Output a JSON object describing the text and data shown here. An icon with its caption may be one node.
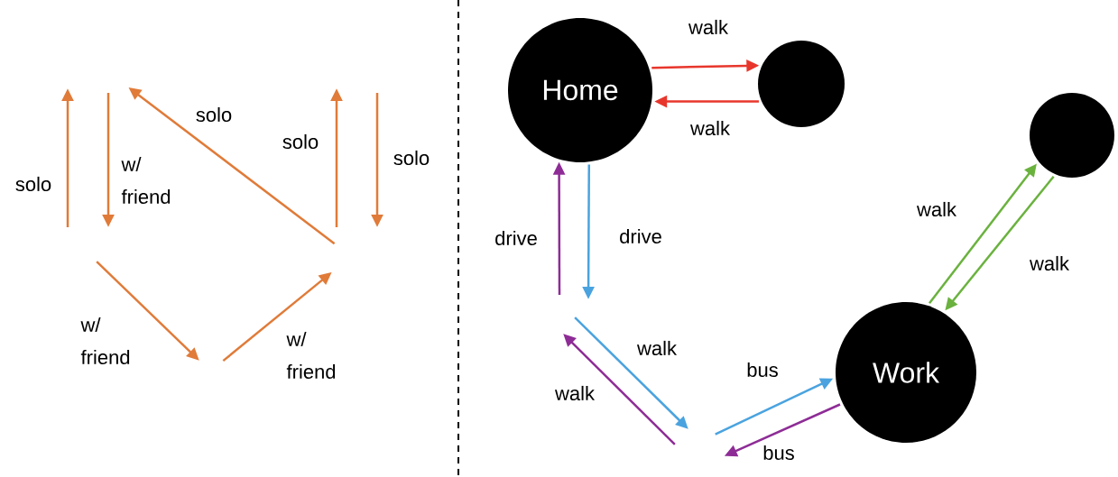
{
  "diagram": {
    "nodes": [
      {
        "text": [
          "Home"
        ]
      },
      {
        "text": [],
        "shape": "circle"
      },
      {
        "text": [],
        "shape": "circle"
      },
      {
        "text": [
          "Work"
        ]
      }
    ],
    "edges": [
      {
        "from": 0,
        "to": 1,
        "arrow": "to",
        "label": "walk",
        "color": "#e8362c"
      },
      {
        "from": 1,
        "to": 0,
        "arrow": "to",
        "label": "walk",
        "color": "#e8362c"
      },
      {
        "from": 0,
        "to": null,
        "arrow": "to",
        "label": "drive",
        "color": "#4aa3df"
      },
      {
        "from": null,
        "to": 0,
        "arrow": "to",
        "label": "drive",
        "color": "#8e2c96"
      },
      {
        "from": null,
        "to": 3,
        "arrow": "to",
        "label": "bus",
        "color": "#4aa3df"
      },
      {
        "from": 3,
        "to": null,
        "arrow": "to",
        "label": "bus",
        "color": "#8e2c96"
      },
      {
        "from": 3,
        "to": 2,
        "arrow": "to",
        "label": "walk",
        "color": "#6ab23e"
      },
      {
        "from": 2,
        "to": 3,
        "arrow": "to",
        "label": "walk",
        "color": "#6ab23e"
      }
    ],
    "labels": [
      "solo",
      "w/ friend",
      "solo",
      "solo",
      "solo",
      "w/ friend",
      "w/ friend",
      "walk",
      "walk"
    ]
  }
}
